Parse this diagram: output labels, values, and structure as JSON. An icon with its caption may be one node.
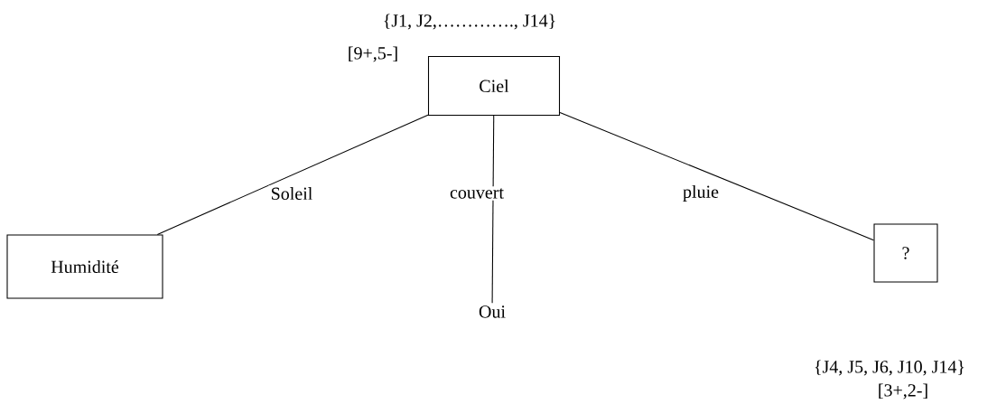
{
  "diagram": {
    "nodes": [
      {
        "text": [
          "Ciel"
        ],
        "beside": [
          "{J1, J2,…………., J14}",
          "[9+,5-]"
        ]
      },
      {
        "text": [
          "Humidité"
        ]
      },
      {
        "text": [
          "Oui"
        ]
      },
      {
        "text": [
          "?"
        ],
        "beside": [
          "{J4, J5, J6, J10, J14}",
          "[3+,2-]"
        ]
      }
    ],
    "edges": [
      {
        "from": 0,
        "to": 1,
        "arrow": "none",
        "label": "Soleil"
      },
      {
        "from": 0,
        "to": 2,
        "arrow": "none",
        "label": "couvert"
      },
      {
        "from": 0,
        "to": 3,
        "arrow": "none",
        "label": "pluie"
      }
    ]
  }
}
